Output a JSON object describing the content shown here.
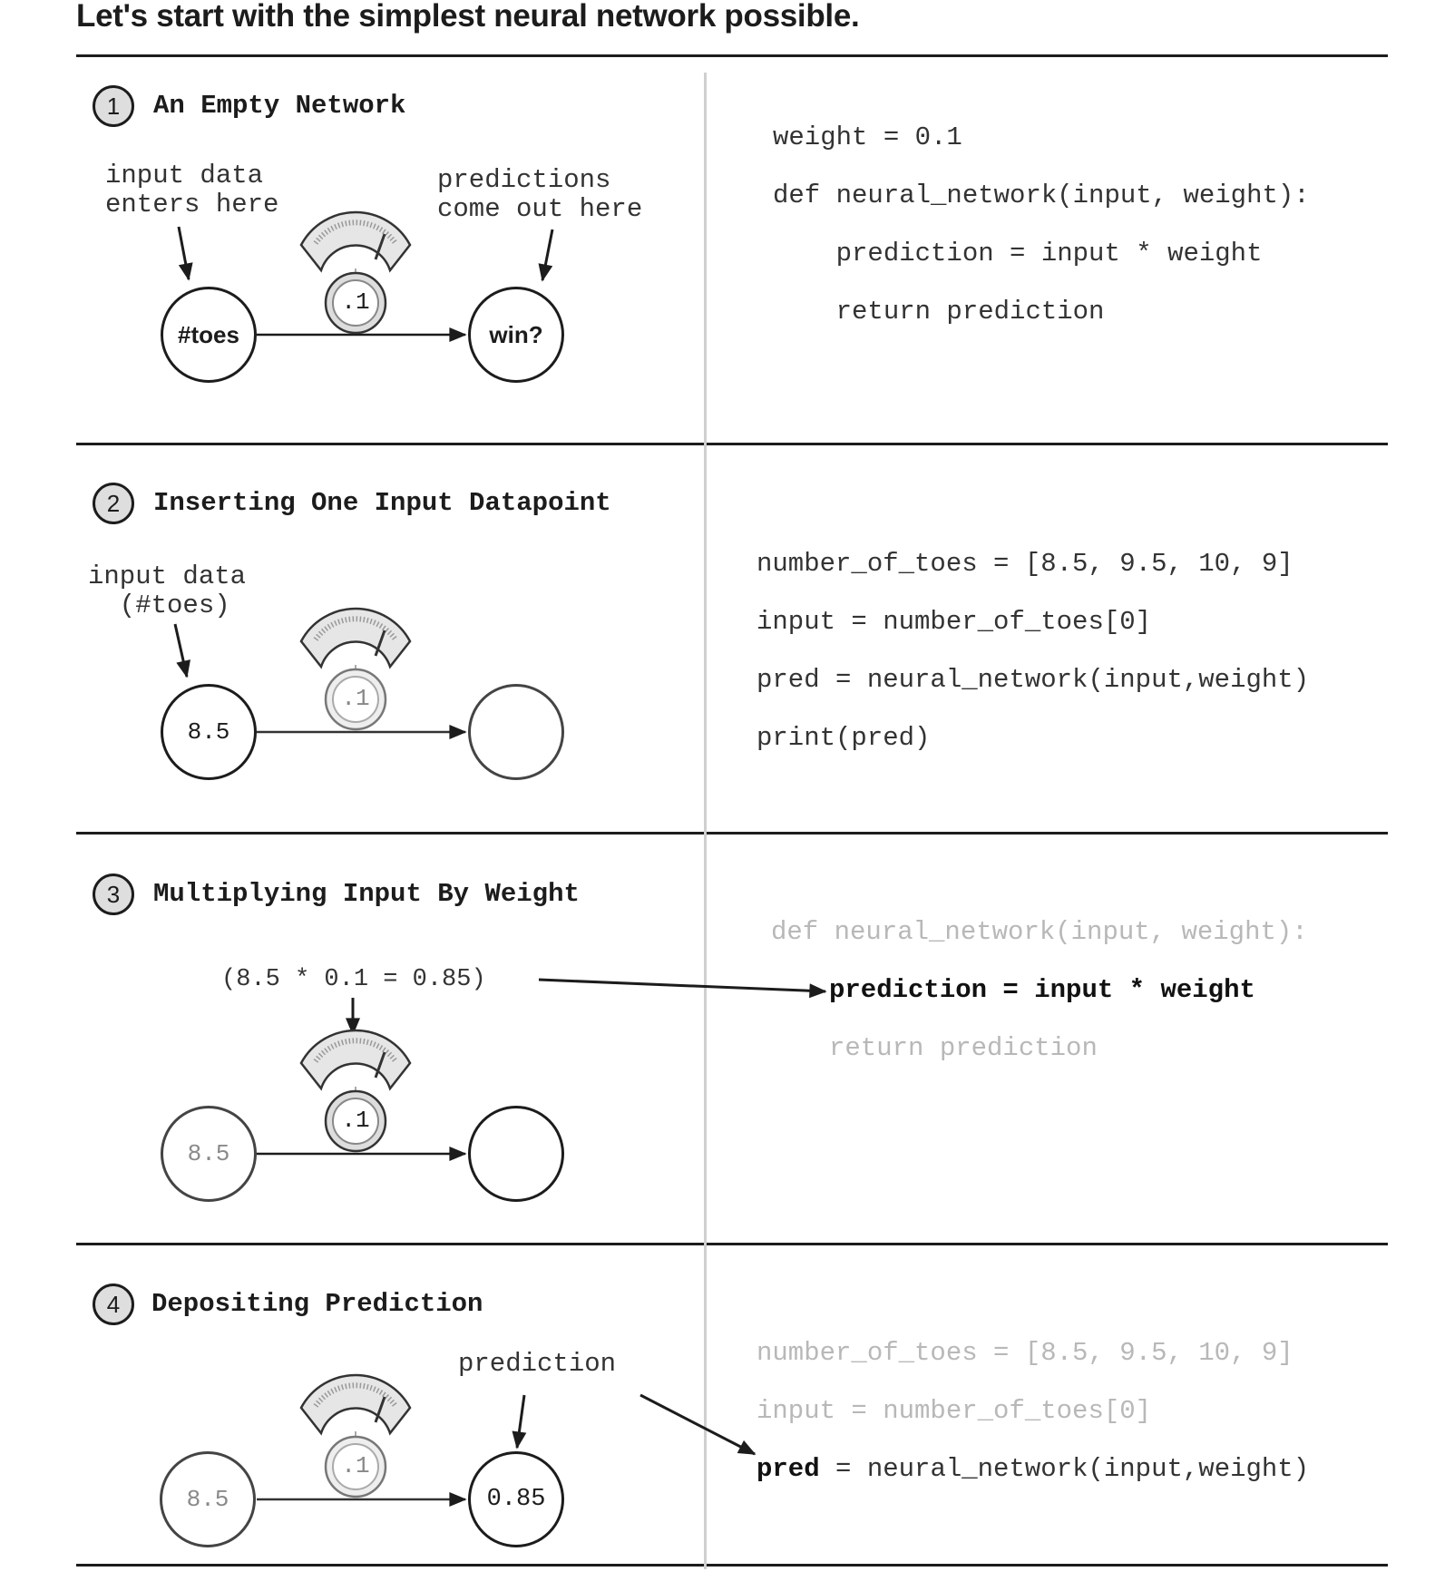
{
  "heading": "Let's start with the simplest neural network possible.",
  "sections": [
    {
      "number": "1",
      "title": "An Empty Network",
      "labels": {
        "input_note": "input data\nenters here",
        "output_note": "predictions\ncome out here"
      },
      "input_node": "#toes",
      "output_node": "win?",
      "weight_dial": ".1",
      "code": [
        "weight = 0.1",
        "def neural_network(input, weight):",
        "    prediction = input * weight",
        "    return prediction"
      ]
    },
    {
      "number": "2",
      "title": "Inserting One Input Datapoint",
      "labels": {
        "input_note": "input data\n  (#toes)"
      },
      "input_node": "8.5",
      "output_node": "",
      "weight_dial": ".1",
      "code": [
        "number_of_toes = [8.5, 9.5, 10, 9]",
        "input = number_of_toes[0]",
        "pred = neural_network(input,weight)",
        "print(pred)"
      ]
    },
    {
      "number": "3",
      "title": "Multiplying Input By Weight",
      "labels": {
        "calc_note": "(8.5 * 0.1 = 0.85)"
      },
      "input_node": "8.5",
      "output_node": "",
      "weight_dial": ".1",
      "code": [
        "def neural_network(input, weight):",
        "prediction = input * weight",
        "return prediction"
      ]
    },
    {
      "number": "4",
      "title": "Depositing Prediction",
      "labels": {
        "prediction_note": "prediction"
      },
      "input_node": "8.5",
      "output_node": "0.85",
      "weight_dial": ".1",
      "code": [
        "number_of_toes = [8.5, 9.5, 10, 9]",
        "input = number_of_toes[0]",
        "pred",
        " = neural_network(input,weight)"
      ]
    }
  ]
}
